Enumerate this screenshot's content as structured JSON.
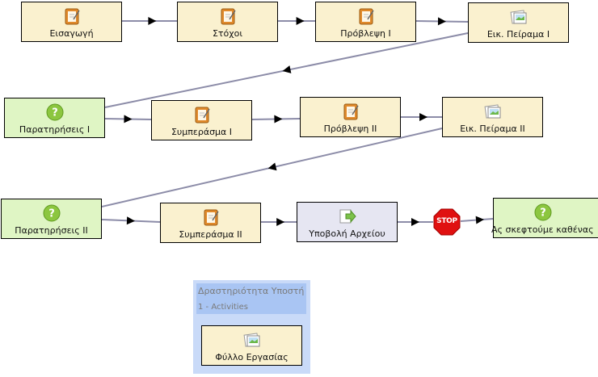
{
  "flow": {
    "row1": {
      "intro": "Εισαγωγή",
      "goals": "Στόχοι",
      "prediction1": "Πρόβλεψη Ι",
      "virtual_exp1": "Εικ. Πείραμα Ι"
    },
    "row2": {
      "observations1": "Παρατηρήσεις Ι",
      "conclusion1": "Συμπεράσμα Ι",
      "prediction2": "Πρόβλεψη ΙΙ",
      "virtual_exp2": "Εικ. Πείραμα ΙΙ"
    },
    "row3": {
      "observations2": "Παρατηρήσεις ΙΙ",
      "conclusion2": "Συμπεράσμα ΙΙ",
      "submit_file": "Υποβολή Αρχείου",
      "stop": "STOP",
      "reflect": "Ας σκεφτούμε καθένας"
    }
  },
  "support": {
    "title": "Δραστηριότητα Υποστή",
    "subtitle": "1 - Activities",
    "activity": "Φύλλο Εργασίας"
  },
  "icons": {
    "tool": "notebook-icon",
    "question": "question-icon",
    "image": "image-icon",
    "submit": "submit-arrow-icon",
    "stop": "stop-sign-icon"
  },
  "colors": {
    "tool_fill": "#faf1cf",
    "question_fill": "#dff5c4",
    "submit_fill": "#e6e6f2",
    "stop_red": "#e01010",
    "support_fill": "#c9daf8",
    "edge": "#8c8ca8"
  }
}
